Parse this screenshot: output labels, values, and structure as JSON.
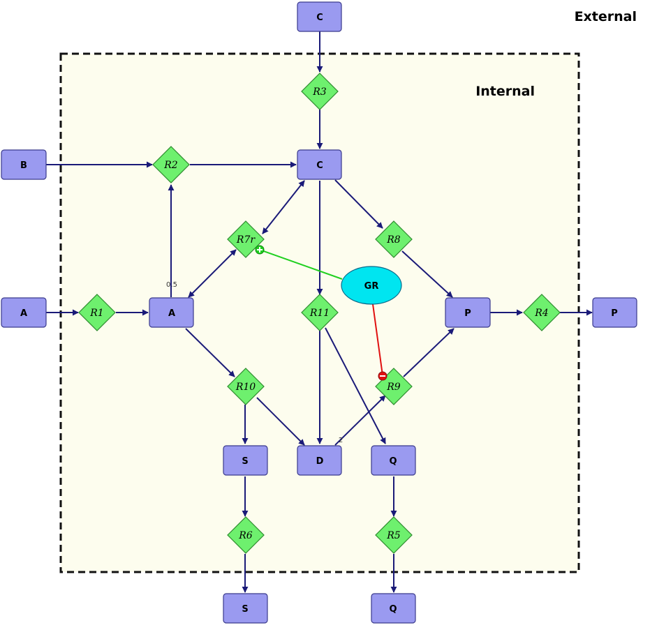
{
  "compartments": {
    "external_label": "External",
    "internal_label": "Internal"
  },
  "colors": {
    "species_fill": "#9a9af0",
    "species_stroke": "#3a3a8c",
    "reaction_fill": "#6ef06e",
    "reaction_stroke": "#2e8a2e",
    "edge": "#1a1a78",
    "activator": "#20d020",
    "inhibitor": "#e01010",
    "gene_fill": "#00e5f0",
    "compartment_fill": "#fdfdee",
    "compartment_stroke": "#111111"
  },
  "species": {
    "c_ext": "C",
    "b_ext": "B",
    "a_ext": "A",
    "p_ext": "P",
    "s_ext": "S",
    "q_ext": "Q",
    "c_int": "C",
    "a_int": "A",
    "p_int": "P",
    "s_int": "S",
    "d_int": "D",
    "q_int": "Q"
  },
  "reactions": {
    "r1": "R1",
    "r2": "R2",
    "r3": "R3",
    "r4": "R4",
    "r5": "R5",
    "r6": "R6",
    "r7r": "R7r",
    "r8": "R8",
    "r9": "R9",
    "r10": "R10",
    "r11": "R11"
  },
  "regulator": {
    "label": "GR",
    "activation_symbol": "+",
    "inhibition_symbol": "−"
  },
  "stoichiometry": {
    "a_to_r2": "0.5",
    "d_to_r9": "2"
  }
}
